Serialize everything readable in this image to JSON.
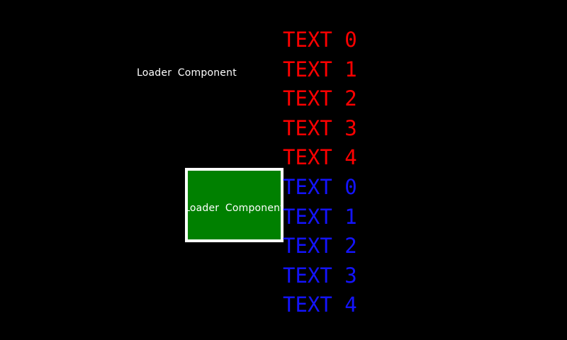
{
  "screen": {
    "background_color": "#000000"
  },
  "loader_label": {
    "text": "Loader Component",
    "color": "#FFFFFF"
  },
  "loader_box": {
    "text": "Loader Component",
    "text_color": "#FFFFFF",
    "fill": "#008000",
    "border_color": "#FFFFFF"
  },
  "list": {
    "red_color": "#FF0000",
    "blue_color": "#1414FF",
    "items": [
      {
        "label": "TEXT 0",
        "color": "#FF0000"
      },
      {
        "label": "TEXT 1",
        "color": "#FF0000"
      },
      {
        "label": "TEXT 2",
        "color": "#FF0000"
      },
      {
        "label": "TEXT 3",
        "color": "#FF0000"
      },
      {
        "label": "TEXT 4",
        "color": "#FF0000"
      },
      {
        "label": "TEXT 0",
        "color": "#1414FF"
      },
      {
        "label": "TEXT 1",
        "color": "#1414FF"
      },
      {
        "label": "TEXT 2",
        "color": "#1414FF"
      },
      {
        "label": "TEXT 3",
        "color": "#1414FF"
      },
      {
        "label": "TEXT 4",
        "color": "#1414FF"
      }
    ]
  }
}
